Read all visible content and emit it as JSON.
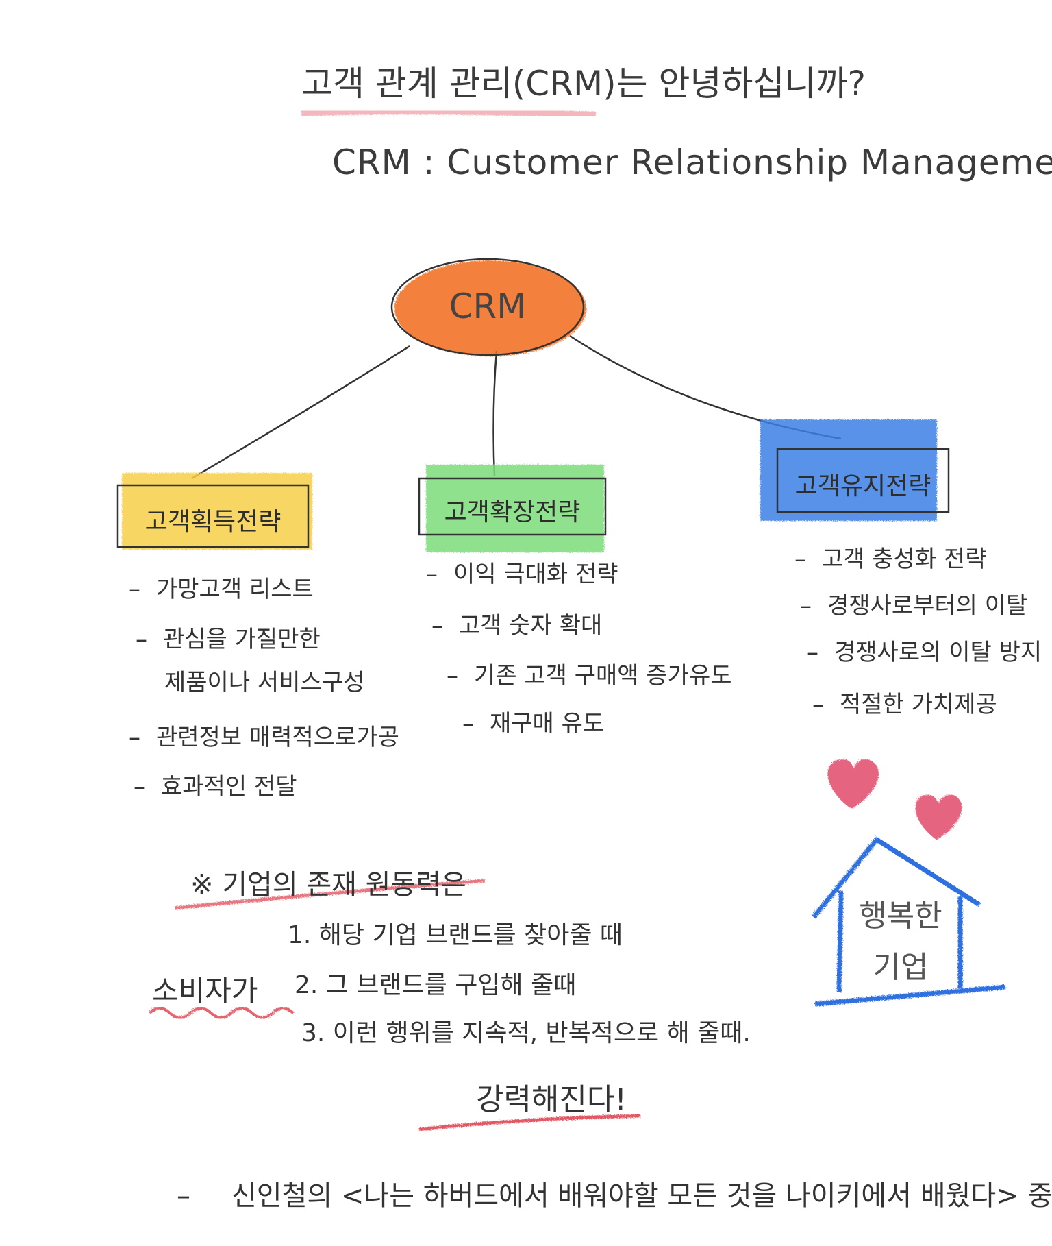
{
  "title": "고객 관계 관리(CRM)는 안녕하십니까?",
  "subtitle": "CRM : Customer Relationship Management",
  "center_node": {
    "label": "CRM",
    "color": "#f26a1b"
  },
  "branches": [
    {
      "label": "고객획득전략",
      "color": "#f7cf4a",
      "items": [
        "가망고객 리스트",
        "관심을 가질만한",
        "제품이나 서비스구성",
        "관련정보 매력적으로가공",
        "효과적인 전달"
      ]
    },
    {
      "label": "고객확장전략",
      "color": "#7ddc7a",
      "items": [
        "이익 극대화 전략",
        "고객 숫자 확대",
        "기존 고객 구매액 증가유도",
        "재구매 유도"
      ]
    },
    {
      "label": "고객유지전략",
      "color": "#3d7fe6",
      "items": [
        "고객 충성화 전략",
        "경쟁사로부터의 이탈",
        "경쟁사로의 이탈 방지",
        "적절한 가치제공"
      ]
    }
  ],
  "note": {
    "heading": "※ 기업의 존재 원동력은",
    "subject": "소비자가",
    "points": [
      "1. 해당 기업 브랜드를 찾아줄 때",
      "2. 그 브랜드를 구입해 줄때",
      "3. 이런 행위를 지속적, 반복적으로 해 줄때."
    ],
    "conclusion": "강력해진다!"
  },
  "house": {
    "line1": "행복한",
    "line2": "기업",
    "color": "#2f6fe0",
    "heart_color": "#e04a6a"
  },
  "footer": "신인철의 <나는 하버드에서 배워야할 모든 것을 나이키에서 배웠다> 중",
  "accent_red": "#e03a4a"
}
